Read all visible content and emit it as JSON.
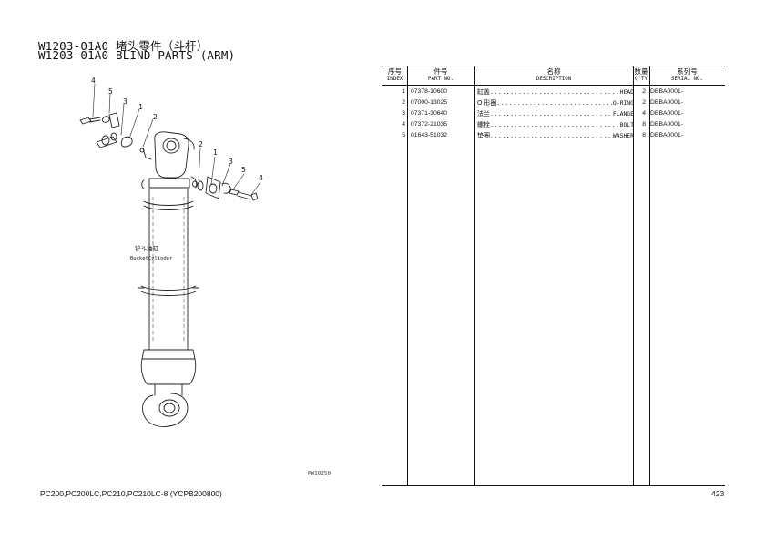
{
  "header": {
    "title_zh": "W1203-01A0 堵头零件（斗杆）",
    "title_en": "W1203-01A0 BLIND PARTS (ARM)"
  },
  "table": {
    "columns": [
      {
        "zh": "序号",
        "en": "INDEX"
      },
      {
        "zh": "件号",
        "en": "PART NO."
      },
      {
        "zh": "名称",
        "en": "DESCRIPTION"
      },
      {
        "zh": "数量",
        "en": "Q'TY"
      },
      {
        "zh": "系列号",
        "en": "SERIAL NO."
      }
    ],
    "rows": [
      {
        "index": "1",
        "part_no": "07378-10600",
        "desc_zh": "缸盖",
        "desc_en": "HEAD",
        "qty": "2",
        "serial": "DBBA0001-"
      },
      {
        "index": "2",
        "part_no": "07000-13025",
        "desc_zh": "O 形圈",
        "desc_en": "O-RING",
        "qty": "2",
        "serial": "DBBA0001-"
      },
      {
        "index": "3",
        "part_no": "07371-30640",
        "desc_zh": "法兰",
        "desc_en": "FLANGE",
        "qty": "4",
        "serial": "DBBA0001-"
      },
      {
        "index": "4",
        "part_no": "07372-21035",
        "desc_zh": "螺栓",
        "desc_en": "BOLT",
        "qty": "8",
        "serial": "DBBA0001-"
      },
      {
        "index": "5",
        "part_no": "01643-51032",
        "desc_zh": "垫圈",
        "desc_en": "WASHER",
        "qty": "8",
        "serial": "DBBA0001-"
      }
    ]
  },
  "figure": {
    "label_zh": "铲斗油缸",
    "label_en": "BucketCylinder",
    "code": "PW10250",
    "callouts_left": [
      "4",
      "5",
      "3",
      "1",
      "2"
    ],
    "callouts_right": [
      "2",
      "1",
      "3",
      "5",
      "4"
    ]
  },
  "footer": {
    "model": "PC200,PC200LC,PC210,PC210LC-8 (YCPB200800)",
    "page": "423"
  }
}
